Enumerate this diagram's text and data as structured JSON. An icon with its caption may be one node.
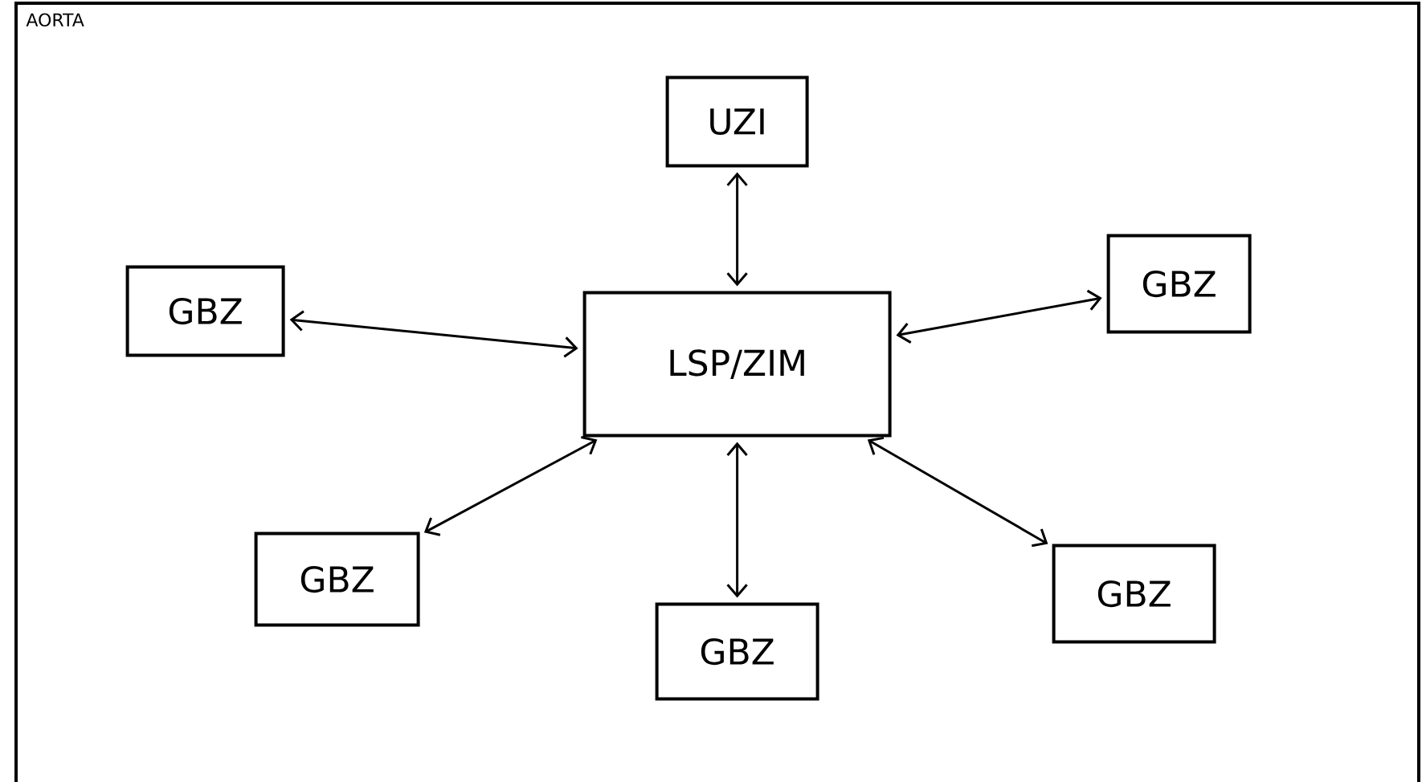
{
  "diagram": {
    "nodes": [
      {
        "text": [
          "AORTA"
        ]
      },
      {
        "text": [
          "UZI"
        ],
        "in": 0
      },
      {
        "text": [
          "GBZ"
        ],
        "in": 0
      },
      {
        "text": [
          "LSP/ZIM"
        ],
        "in": 0
      },
      {
        "text": [
          "GBZ"
        ],
        "in": 0
      },
      {
        "text": [
          "GBZ"
        ],
        "in": 0
      },
      {
        "text": [
          "GBZ"
        ],
        "in": 0
      },
      {
        "text": [
          "GBZ"
        ],
        "in": 0
      }
    ],
    "edges": [
      {
        "from": 3,
        "to": 1,
        "arrow": "both"
      },
      {
        "from": 3,
        "to": 2,
        "arrow": "both"
      },
      {
        "from": 3,
        "to": 4,
        "arrow": "both"
      },
      {
        "from": 3,
        "to": 5,
        "arrow": "both"
      },
      {
        "from": 3,
        "to": 6,
        "arrow": "both"
      },
      {
        "from": 3,
        "to": 7,
        "arrow": "both"
      }
    ]
  }
}
